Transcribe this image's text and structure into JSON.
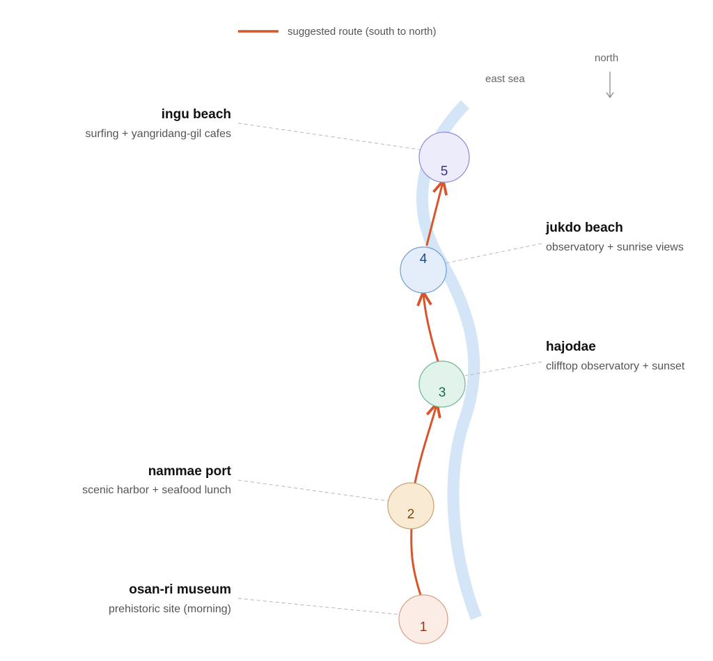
{
  "legend": {
    "label": "suggested route (south to north)",
    "color": "#d9542b"
  },
  "sea_label": "east sea",
  "north_label": "north",
  "stops": [
    {
      "num": "1",
      "title": "osan-ri museum",
      "desc": "prehistoric site (morning)",
      "fill": "#fbece6",
      "stroke": "#d89c86",
      "text_color": "#8a3a1a"
    },
    {
      "num": "2",
      "title": "nammae port",
      "desc": "scenic harbor + seafood lunch",
      "fill": "#f9ead4",
      "stroke": "#c7a070",
      "text_color": "#7a4a12"
    },
    {
      "num": "3",
      "title": "hajodae",
      "desc": "clifftop observatory + sunset",
      "fill": "#e1f3ea",
      "stroke": "#6fb592",
      "text_color": "#1d6a48"
    },
    {
      "num": "4",
      "title": "jukdo beach",
      "desc": "observatory + sunrise views",
      "fill": "#e4eefa",
      "stroke": "#6f9ed0",
      "text_color": "#1d4a80"
    },
    {
      "num": "5",
      "title": "ingu beach",
      "desc": "surfing + yangridang-gil cafes",
      "fill": "#ececfb",
      "stroke": "#8e88d8",
      "text_color": "#3a2f8a"
    }
  ]
}
